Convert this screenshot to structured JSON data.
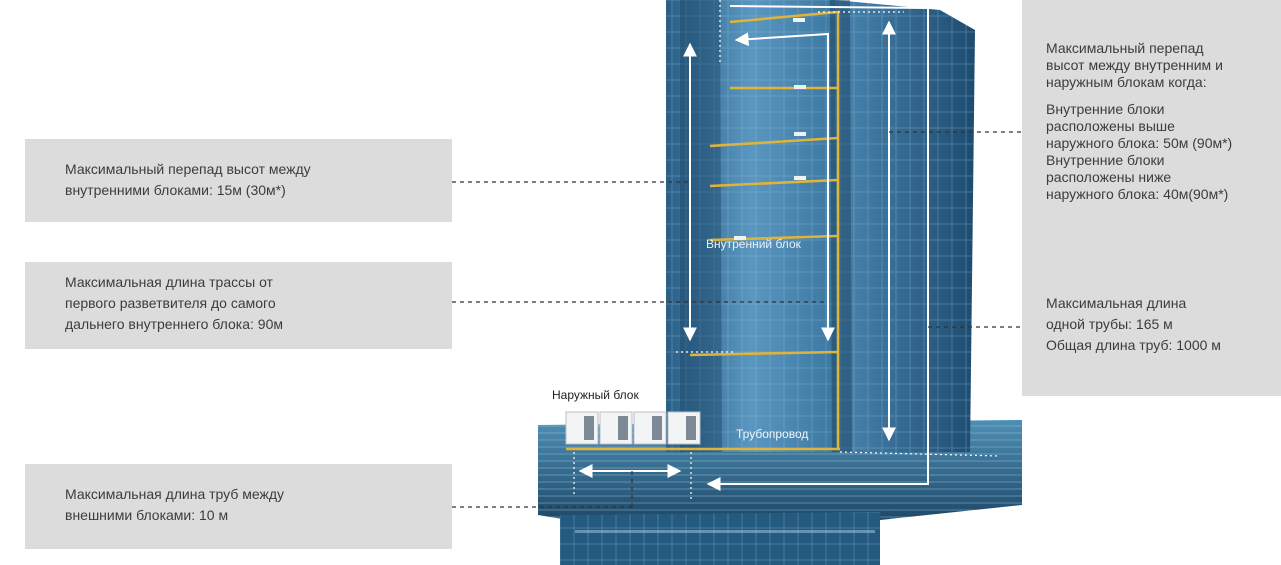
{
  "panels": {
    "indoor_height": {
      "line1": "Максимальный перепад высот между",
      "line2": "внутренними блоками: 15м (30м*)"
    },
    "branch_length": {
      "line1": "Максимальная длина трассы от",
      "line2": "первого разветвителя до самого",
      "line3": "дальнего внутреннего блока: 90м"
    },
    "outdoor_pipe": {
      "line1": "Максимальная длина труб между",
      "line2": "внешними блоками: 10 м"
    },
    "outdoor_indoor_height": {
      "line1": "Максимальный перепад",
      "line2": "высот между внутренним и",
      "line3": "наружным блокам когда:",
      "line4": "Внутренние блоки",
      "line5": "расположены выше",
      "line6": "наружного блока: 50м (90м*)",
      "line7": "Внутренние блоки",
      "line8": "расположены ниже",
      "line9": "наружного блока: 40м(90м*)"
    },
    "pipe_length": {
      "line1": "Максимальная длина",
      "line2": "одной трубы: 165 м",
      "line3": "Общая длина труб: 1000 м"
    }
  },
  "labels": {
    "indoor_unit": "Внутренний блок",
    "outdoor_unit": "Наружный блок",
    "pipeline": "Трубопровод"
  },
  "colors": {
    "panel_bg": "#dcdcdc",
    "panel_text": "#3c3c3c",
    "pipe": "#e0b43a",
    "glass_dark": "#1c4a6e",
    "glass_light": "#5e9cc4"
  }
}
